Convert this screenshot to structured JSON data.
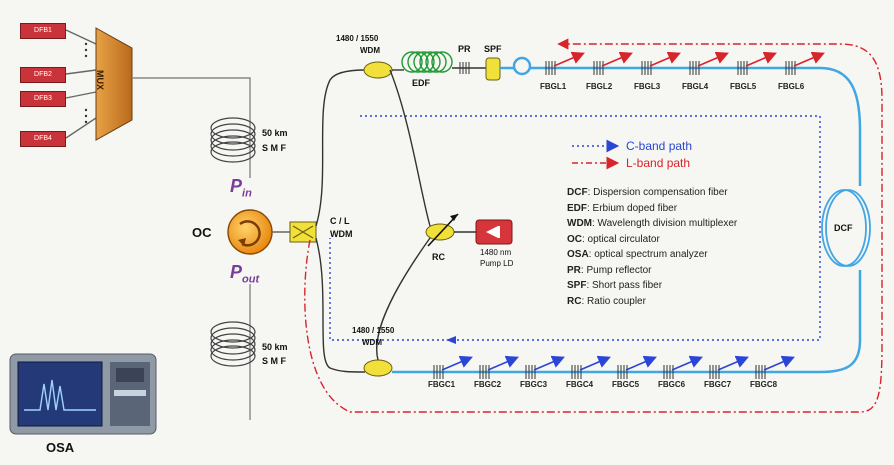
{
  "lasers": [
    "DFB1",
    "DFB2",
    "DFB3",
    "DFB4"
  ],
  "mux_label": "MUX",
  "spools": {
    "top": {
      "length": "50 km",
      "type": "S M F"
    },
    "bottom": {
      "length": "50 km",
      "type": "S M F"
    }
  },
  "oc": {
    "label": "OC",
    "pin": "P",
    "pin_sub": "in",
    "pout": "P",
    "pout_sub": "out"
  },
  "wdm_cl": {
    "line1": "C / L",
    "line2": "WDM"
  },
  "wdm_top": {
    "line1": "1480 / 1550",
    "line2": "WDM"
  },
  "wdm_bottom": {
    "line1": "1480 / 1550",
    "line2": "WDM"
  },
  "edf_label": "EDF",
  "pr_label": "PR",
  "spf_label": "SPF",
  "rc_label": "RC",
  "pump": {
    "line1": "1480 nm",
    "line2": "Pump LD"
  },
  "dcf_label": "DCF",
  "osa_label": "OSA",
  "paths": {
    "c_band": "C-band path",
    "l_band": "L-band path"
  },
  "colors": {
    "c_band": "#2b46d6",
    "l_band": "#d8242c",
    "loop": "#41a6e4",
    "wdm": "#f1df3a",
    "oc": "#f19a1f"
  },
  "fbg_top": [
    "FBGL1",
    "FBGL2",
    "FBGL3",
    "FBGL4",
    "FBGL5",
    "FBGL6"
  ],
  "fbg_bottom": [
    "FBGC1",
    "FBGC2",
    "FBGC3",
    "FBGC4",
    "FBGC5",
    "FBGC6",
    "FBGC7",
    "FBGC8"
  ],
  "legend": [
    {
      "abbr": "DCF",
      "text": ": Dispersion compensation fiber"
    },
    {
      "abbr": "EDF",
      "text": ": Erbium doped fiber"
    },
    {
      "abbr": "WDM",
      "text": ": Wavelength division multiplexer"
    },
    {
      "abbr": "OC",
      "text": ": optical circulator"
    },
    {
      "abbr": "OSA",
      "text": ": optical spectrum analyzer"
    },
    {
      "abbr": "PR",
      "text": ": Pump reflector"
    },
    {
      "abbr": "SPF",
      "text": ": Short pass fiber"
    },
    {
      "abbr": "RC",
      "text": ": Ratio coupler"
    }
  ]
}
